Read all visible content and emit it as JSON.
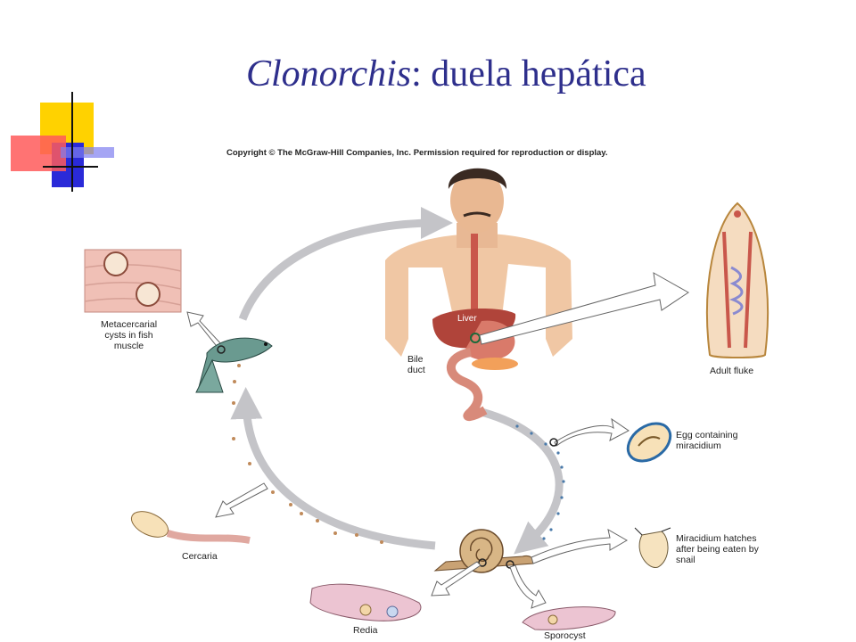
{
  "title": {
    "italic": "Clonorchis",
    "rest": ": duela hepática"
  },
  "copyright": "Copyright © The McGraw-Hill Companies, Inc. Permission required for reproduction or display.",
  "labels": {
    "liver": "Liver",
    "bile_duct": "Bile\nduct",
    "adult_fluke": "Adult fluke",
    "metacercarial": "Metacercarial\ncysts in fish\nmuscle",
    "egg": "Egg containing\nmiracidium",
    "miracidium": "Miracidium hatches\nafter being eaten by\nsnail",
    "cercaria": "Cercaria",
    "redia": "Redia",
    "sporocyst": "Sporocyst"
  },
  "colors": {
    "title": "#2e2f8c",
    "arrow": "#c4c4c8",
    "skin": "#f0c7a4",
    "organ": "#c9574b"
  }
}
